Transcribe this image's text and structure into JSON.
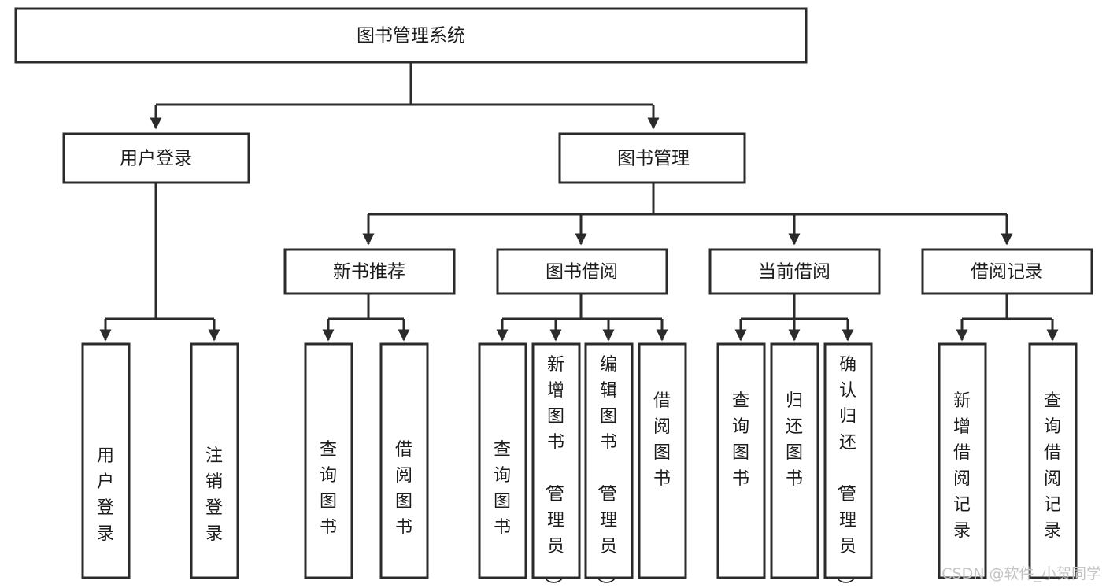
{
  "diagram": {
    "type": "tree-hierarchy-chart",
    "title": "图书管理系统",
    "background_color": "#ffffff",
    "box_stroke_color": "#2b2b2b",
    "box_fill_color": "#ffffff",
    "text_color": "#1c1c1c",
    "levels": [
      {
        "level": 1,
        "nodes": [
          {
            "id": "root",
            "label": "图书管理系统"
          }
        ]
      },
      {
        "level": 2,
        "nodes": [
          {
            "id": "login",
            "label": "用户登录",
            "parent": "root"
          },
          {
            "id": "bookmgmt",
            "label": "图书管理",
            "parent": "root"
          }
        ]
      },
      {
        "level": 3,
        "nodes": [
          {
            "id": "newbook",
            "label": "新书推荐",
            "parent": "bookmgmt"
          },
          {
            "id": "borrow",
            "label": "图书借阅",
            "parent": "bookmgmt"
          },
          {
            "id": "current",
            "label": "当前借阅",
            "parent": "bookmgmt"
          },
          {
            "id": "records",
            "label": "借阅记录",
            "parent": "bookmgmt"
          }
        ]
      },
      {
        "level": 4,
        "nodes": [
          {
            "id": "leaf-1",
            "label": "用户登录",
            "parent": "login"
          },
          {
            "id": "leaf-2",
            "label": "注销登录",
            "parent": "login"
          },
          {
            "id": "leaf-3",
            "label": "查询图书",
            "parent": "newbook"
          },
          {
            "id": "leaf-4",
            "label": "借阅图书",
            "parent": "newbook"
          },
          {
            "id": "leaf-5",
            "label": "查询图书",
            "parent": "borrow"
          },
          {
            "id": "leaf-6",
            "label": "新增图书（管理员）",
            "parent": "borrow"
          },
          {
            "id": "leaf-7",
            "label": "编辑图书（管理员）",
            "parent": "borrow"
          },
          {
            "id": "leaf-8",
            "label": "借阅图书",
            "parent": "borrow"
          },
          {
            "id": "leaf-9",
            "label": "查询图书",
            "parent": "current"
          },
          {
            "id": "leaf-10",
            "label": "归还图书",
            "parent": "current"
          },
          {
            "id": "leaf-11",
            "label": "确认归还（管理员）",
            "parent": "current"
          },
          {
            "id": "leaf-12",
            "label": "新增借阅记录",
            "parent": "records"
          },
          {
            "id": "leaf-13",
            "label": "查询借阅记录",
            "parent": "records"
          }
        ]
      }
    ]
  },
  "watermark": {
    "text": "CSDN @软件_小贺同学",
    "color": "#c4c4c4"
  }
}
